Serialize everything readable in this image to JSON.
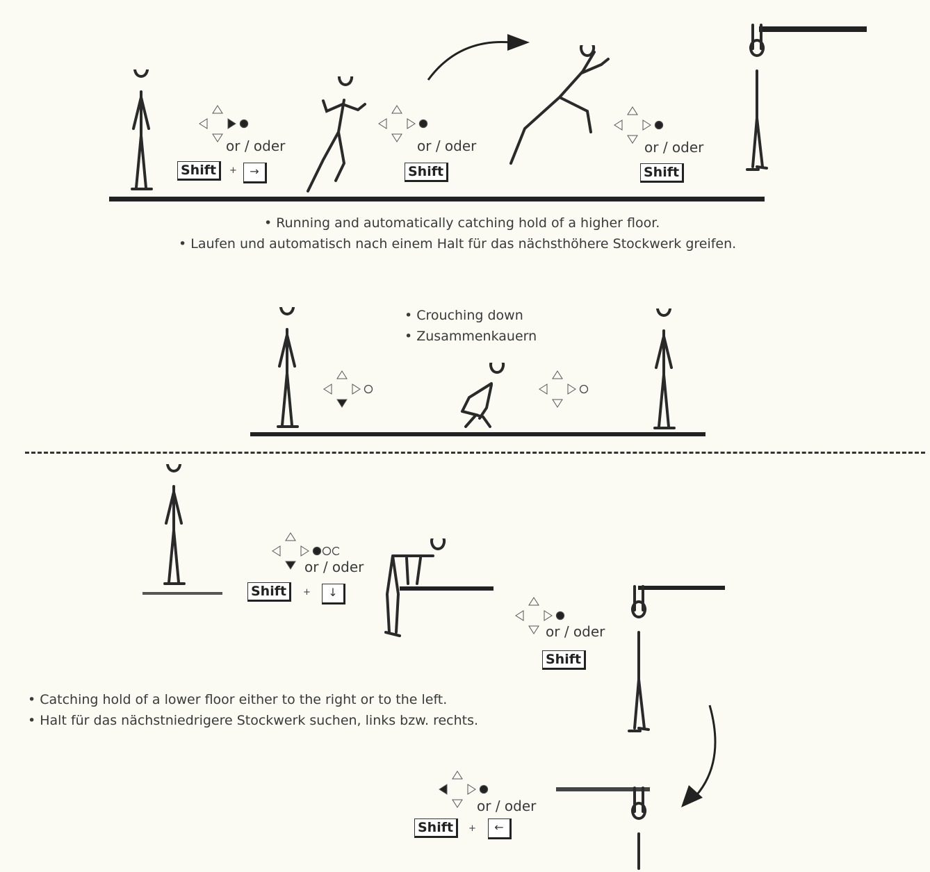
{
  "labels": {
    "or": "or / oder",
    "shift": "Shift",
    "plus": "+",
    "right_arrow": "→",
    "down_arrow": "↓",
    "left_arrow": "←"
  },
  "section1": {
    "caption_en": "• Running and automatically catching hold of a higher floor.",
    "caption_de": "• Laufen und automatisch nach einem Halt für das nächsthöhere Stockwerk greifen."
  },
  "section2": {
    "caption_en": "• Crouching down",
    "caption_de": "• Zusammenkauern"
  },
  "section3": {
    "caption_en": "• Catching hold of a lower floor either to the right or to the left.",
    "caption_de": "• Halt für das nächstniedrigere Stockwerk suchen, links bzw. rechts."
  },
  "pads": [
    {
      "filled": "right",
      "buttons": [
        "filled"
      ]
    },
    {
      "filled": "none",
      "buttons": [
        "filled"
      ]
    },
    {
      "filled": "none",
      "buttons": [
        "filled"
      ]
    },
    {
      "filled": "down",
      "buttons": [
        "empty"
      ]
    },
    {
      "filled": "none",
      "buttons": [
        "empty"
      ]
    },
    {
      "filled": "down",
      "buttons": [
        "filled",
        "empty",
        "empty"
      ]
    },
    {
      "filled": "none",
      "buttons": [
        "filled"
      ]
    },
    {
      "filled": "left",
      "buttons": [
        "filled"
      ]
    }
  ]
}
